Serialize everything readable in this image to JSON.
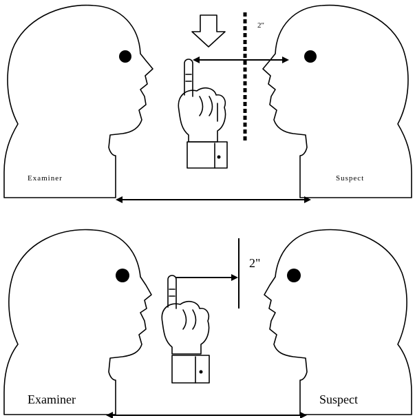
{
  "panels": [
    {
      "id": "top",
      "left_label": "Examiner",
      "right_label": "Suspect",
      "distance_label": "2\""
    },
    {
      "id": "bottom",
      "left_label": "Examiner",
      "right_label": "Suspect",
      "distance_label": "2\""
    }
  ]
}
